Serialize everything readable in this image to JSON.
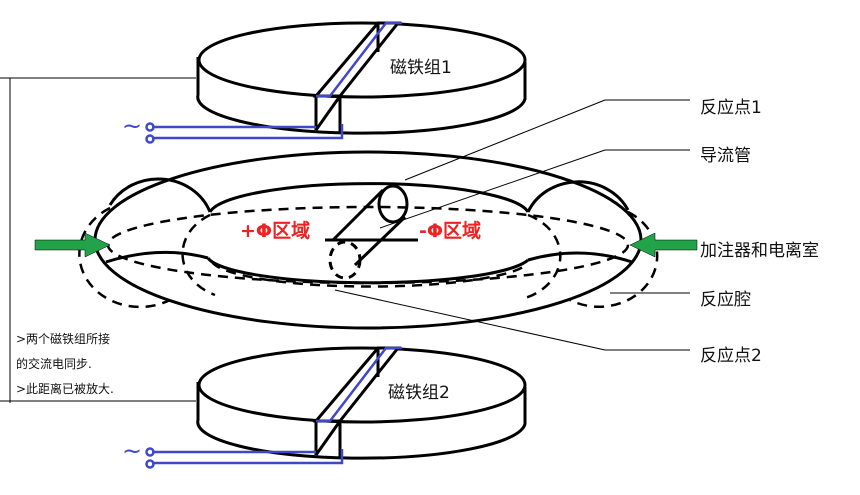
{
  "magnets": [
    {
      "label": "磁铁组1"
    },
    {
      "label": "磁铁组2"
    }
  ],
  "ac_symbol": "~",
  "regions": {
    "positive": "+Φ区域",
    "negative": "-Φ区域"
  },
  "callouts": {
    "reaction_point_1": "反应点1",
    "guide_tube": "导流管",
    "injector": "加注器和电离室",
    "chamber": "反应腔",
    "reaction_point_2": "反应点2"
  },
  "notes": [
    ">两个磁铁组所接",
    "的交流电同步.",
    ">此距离已被放大."
  ],
  "colors": {
    "wire": "#3f48cc",
    "arrow": "#22a34a",
    "region": "#ee2222"
  }
}
